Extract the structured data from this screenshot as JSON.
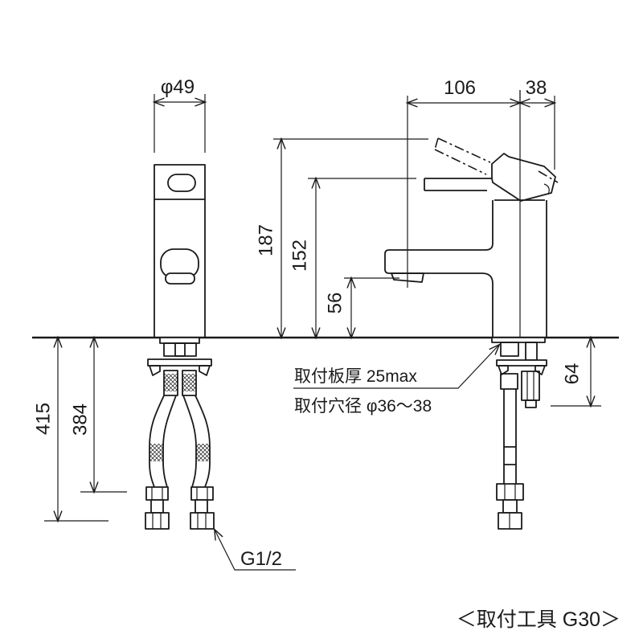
{
  "dims": {
    "spout_diameter": "φ49",
    "spout_reach": "106",
    "handle_extent": "38",
    "height_lever_max": "187",
    "height_lever": "152",
    "height_outlet": "56",
    "hose_reach_total": "415",
    "hose_reach": "384",
    "under_counter_depth": "64"
  },
  "notes": {
    "mount_thickness": "取付板厚 25max",
    "mount_hole_diameter": "取付穴径 φ36〜38",
    "thread_size": "G1/2",
    "tool_note": "＜取付工具 G30＞"
  },
  "colors": {
    "line": "#1a1a1a",
    "background": "#ffffff"
  }
}
